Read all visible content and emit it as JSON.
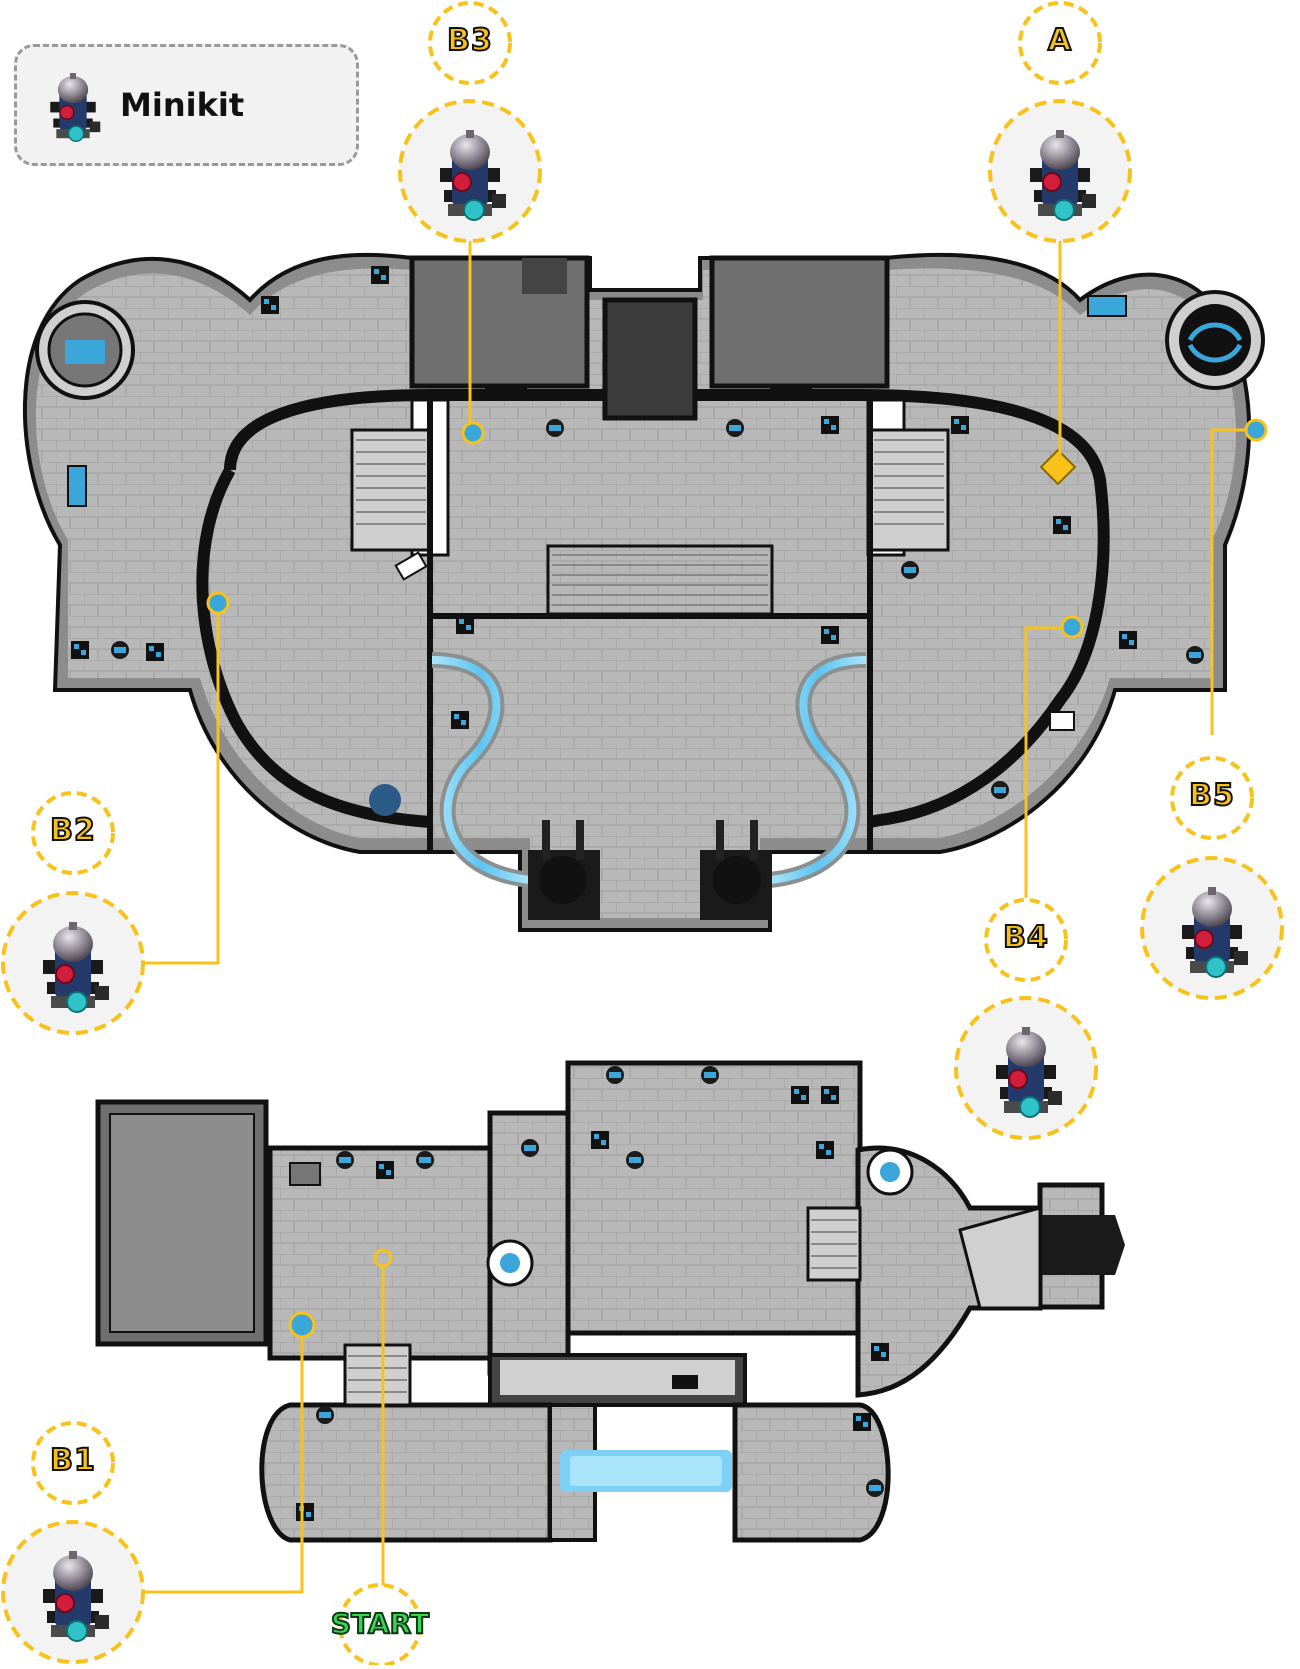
{
  "legend": {
    "label": "Minikit",
    "icon": "minikit-icon"
  },
  "markers": {
    "b3": {
      "label": "B3",
      "type": "minikit"
    },
    "a": {
      "label": "A",
      "type": "minikit"
    },
    "b2": {
      "label": "B2",
      "type": "minikit"
    },
    "b5": {
      "label": "B5",
      "type": "minikit"
    },
    "b4": {
      "label": "B4",
      "type": "minikit"
    },
    "b1": {
      "label": "B1",
      "type": "minikit"
    }
  },
  "start": {
    "label": "START"
  },
  "colors": {
    "floor": "#b8b8b8",
    "floor_grid": "#a6a6a6",
    "wall": "#111111",
    "rim": "#8c8c8c",
    "accent_blue": "#3aa6d9",
    "glow_blue": "#7fd0f5",
    "marker_yellow": "#f8c21b",
    "start_green": "#3ad356"
  }
}
